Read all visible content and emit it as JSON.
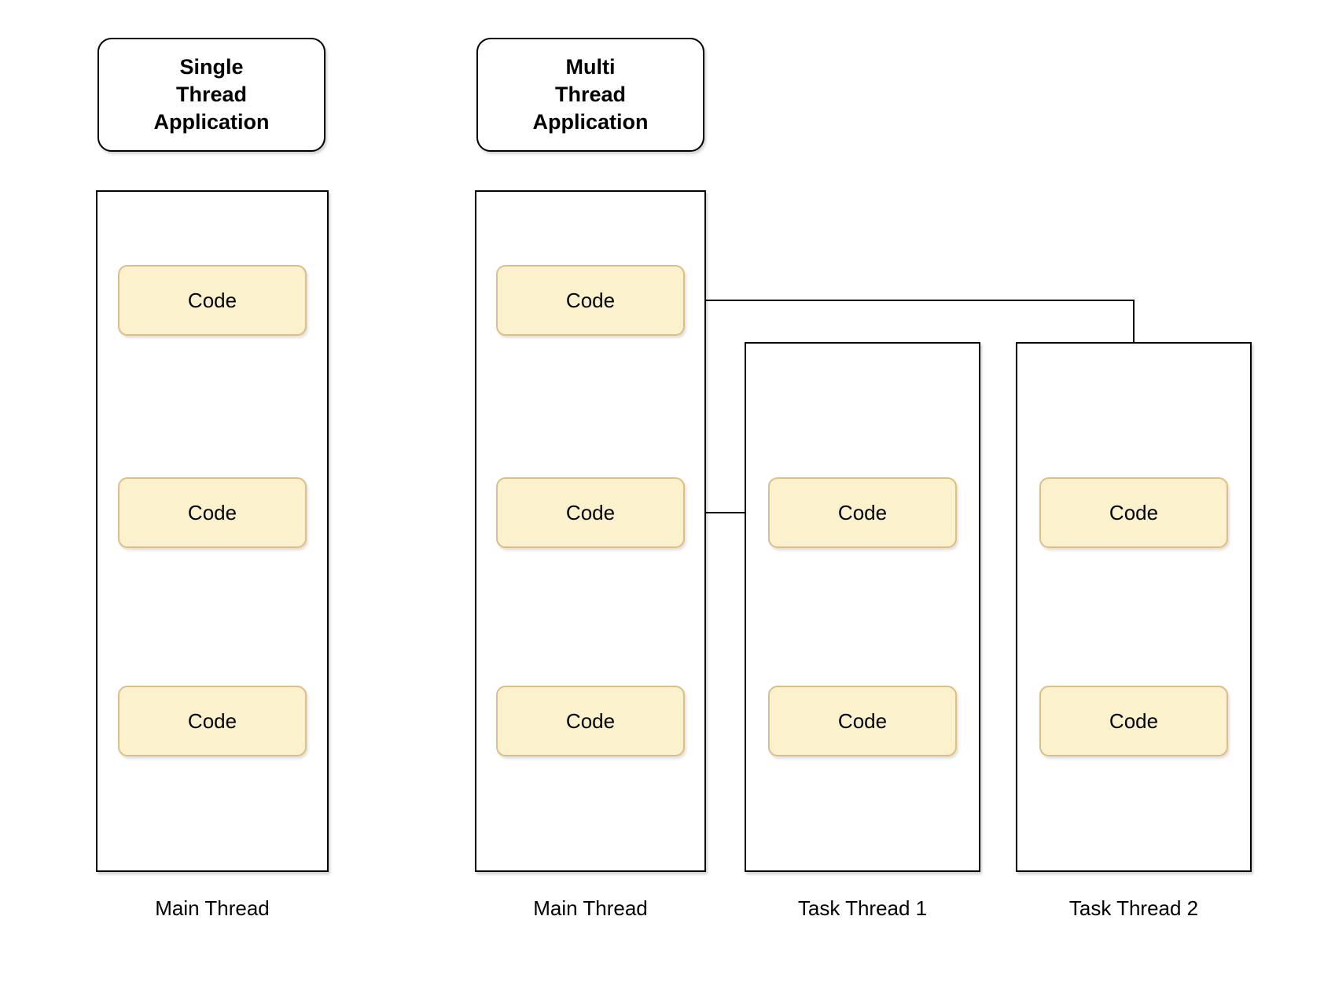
{
  "diagram": {
    "single_thread": {
      "title": "Single\nThread\nApplication",
      "main_thread": {
        "label": "Main Thread",
        "code_boxes": [
          "Code",
          "Code",
          "Code"
        ]
      }
    },
    "multi_thread": {
      "title": "Multi\nThread\nApplication",
      "main_thread": {
        "label": "Main Thread",
        "code_boxes": [
          "Code",
          "Code",
          "Code"
        ]
      },
      "task_thread_1": {
        "label": "Task Thread 1",
        "code_boxes": [
          "Code",
          "Code"
        ]
      },
      "task_thread_2": {
        "label": "Task Thread 2",
        "code_boxes": [
          "Code",
          "Code"
        ]
      }
    },
    "colors": {
      "background": "#FFFFFF",
      "container_border": "#000000",
      "code_box_fill": "#FBF1CC",
      "code_box_border": "#DBBF84",
      "connector": "#000000"
    }
  }
}
